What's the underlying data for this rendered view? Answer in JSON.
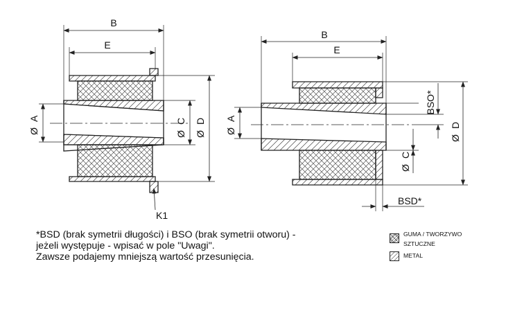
{
  "dimensions": {
    "left": {
      "B": "B",
      "E": "E",
      "A": "A",
      "C": "C",
      "D": "D",
      "K1": "K1"
    },
    "right": {
      "B": "B",
      "E": "E",
      "A": "A",
      "C": "C",
      "D": "D",
      "BSO": "BSO*",
      "BSD": "BSD*"
    },
    "diameter_symbol": "Ø"
  },
  "note": {
    "line1": "*BSD (brak symetrii długości) i BSO (brak symetrii otworu) -",
    "line2": "jeżeli występuje - wpisać w pole \"Uwagi\".",
    "line3": "Zawsze podajemy mniejszą wartość przesunięcia."
  },
  "legend": {
    "rubber_line1": "GUMA / TWORZYWO",
    "rubber_line2": "SZTUCZNE",
    "metal": "METAL"
  }
}
